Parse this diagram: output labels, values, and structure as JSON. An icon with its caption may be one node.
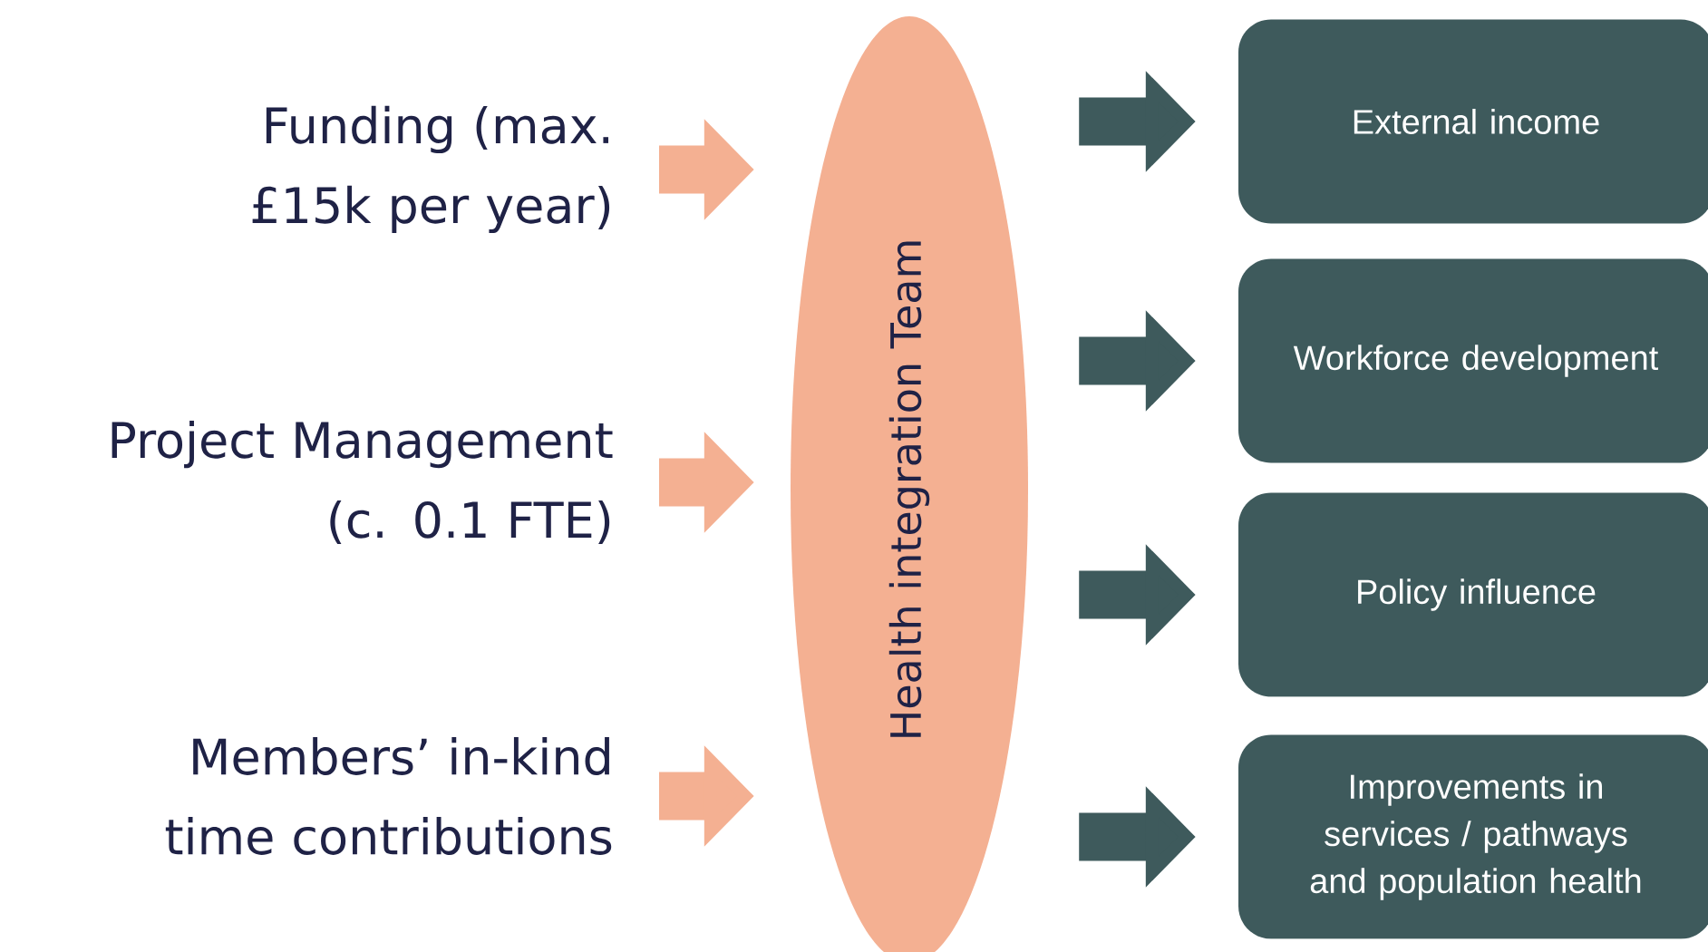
{
  "diagram": {
    "nodes": [
      {
        "text": [
          "Funding (max. £15k per year)"
        ]
      },
      {
        "text": [
          "Project Management (c. 0.1 FTE)"
        ]
      },
      {
        "text": [
          "Members’ in-kind time contributions"
        ]
      },
      {
        "text": [
          "Health integration Team"
        ]
      },
      {
        "text": [
          "External income"
        ]
      },
      {
        "text": [
          "Workforce development"
        ]
      },
      {
        "text": [
          "Policy influence"
        ]
      },
      {
        "text": [
          "Improvements in services / pathways and population health"
        ]
      }
    ],
    "edges": [
      {
        "from": 0,
        "to": 3,
        "arrow": "to",
        "color": "#f4b092"
      },
      {
        "from": 1,
        "to": 3,
        "arrow": "to",
        "color": "#f4b092"
      },
      {
        "from": 2,
        "to": 3,
        "arrow": "to",
        "color": "#f4b092"
      },
      {
        "from": 3,
        "to": 4,
        "arrow": "to",
        "color": "#3e5a5c"
      },
      {
        "from": 3,
        "to": 5,
        "arrow": "to",
        "color": "#3e5a5c"
      },
      {
        "from": 3,
        "to": 6,
        "arrow": "to",
        "color": "#3e5a5c"
      },
      {
        "from": 3,
        "to": 7,
        "arrow": "to",
        "color": "#3e5a5c"
      }
    ]
  }
}
